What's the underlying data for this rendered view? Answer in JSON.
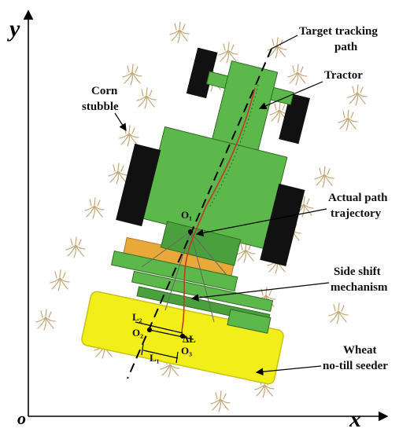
{
  "axes": {
    "x_label": "x",
    "y_label": "y",
    "origin_label": "o"
  },
  "labels": {
    "target_path_l1": "Target tracking",
    "target_path_l2": "path",
    "tractor": "Tractor",
    "corn_l1": "Corn",
    "corn_l2": "stubble",
    "actual_l1": "Actual path",
    "actual_l2": "trajectory",
    "shift_l1": "Side shift",
    "shift_l2": "mechanism",
    "wheat_l1": "Wheat",
    "wheat_l2": "no-till seeder"
  },
  "points": {
    "o1": "O₁",
    "o2": "O₂",
    "o3": "O₃",
    "l2": "L₂",
    "l1": "L₁",
    "dl": "ΔL"
  },
  "colors": {
    "tractor": "#5cb84a",
    "tractor_dark": "#4aa03c",
    "wheel": "#111111",
    "hitch": "#e8a83a",
    "seeder": "#f2ee1a",
    "stubble": "#c4a87a",
    "actual_path": "#c0392b"
  }
}
